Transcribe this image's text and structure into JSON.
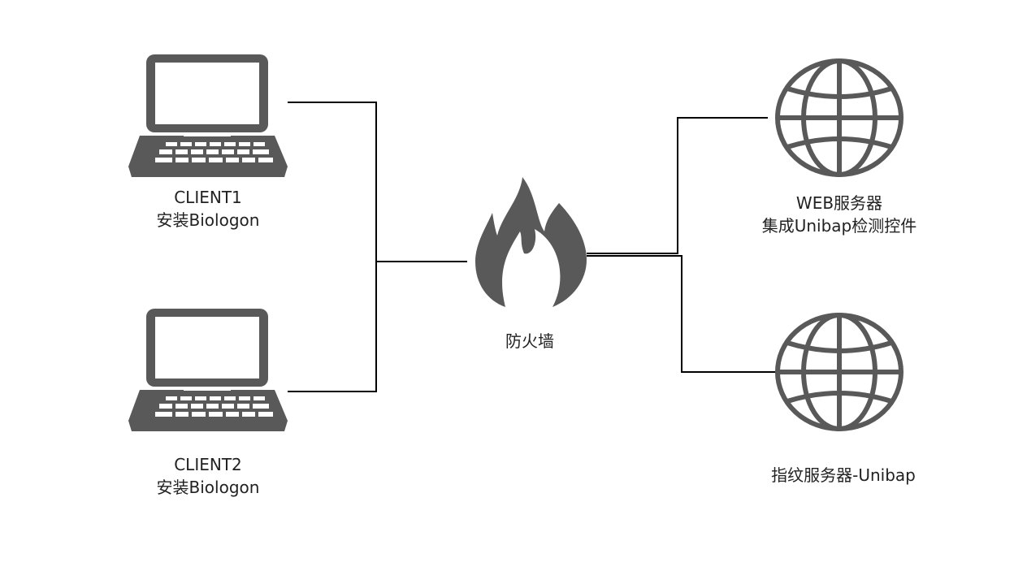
{
  "diagram": {
    "icon_color": "#595959",
    "line_color": "#000000",
    "nodes": {
      "client1": {
        "icon": "laptop-icon",
        "line1": "CLIENT1",
        "line2": "安装Biologon"
      },
      "client2": {
        "icon": "laptop-icon",
        "line1": "CLIENT2",
        "line2": "安装Biologon"
      },
      "firewall": {
        "icon": "fire-icon",
        "line1": "防火墙"
      },
      "web_server": {
        "icon": "globe-icon",
        "line1": "WEB服务器",
        "line2": "集成Unibap检测控件"
      },
      "fingerprint_server": {
        "icon": "globe-icon",
        "line1": "指纹服务器-Unibap"
      }
    },
    "edges": [
      {
        "from": "client1",
        "to": "firewall"
      },
      {
        "from": "client2",
        "to": "firewall"
      },
      {
        "from": "firewall",
        "to": "web_server"
      },
      {
        "from": "firewall",
        "to": "fingerprint_server"
      }
    ]
  }
}
